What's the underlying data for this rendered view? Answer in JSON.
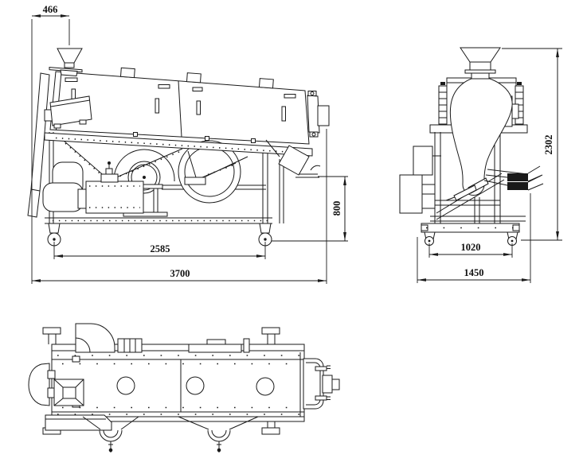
{
  "palette": {
    "background": "#ffffff",
    "line": "#1a1a1a",
    "text": "#111111"
  },
  "dims": {
    "side": {
      "inlet_offset": "466",
      "outlet_height": "800",
      "wheel_spacing": "2585",
      "overall_length": "3700"
    },
    "end": {
      "overall_height": "2302",
      "wheel_spacing": "1020",
      "overall_width": "1450"
    }
  }
}
